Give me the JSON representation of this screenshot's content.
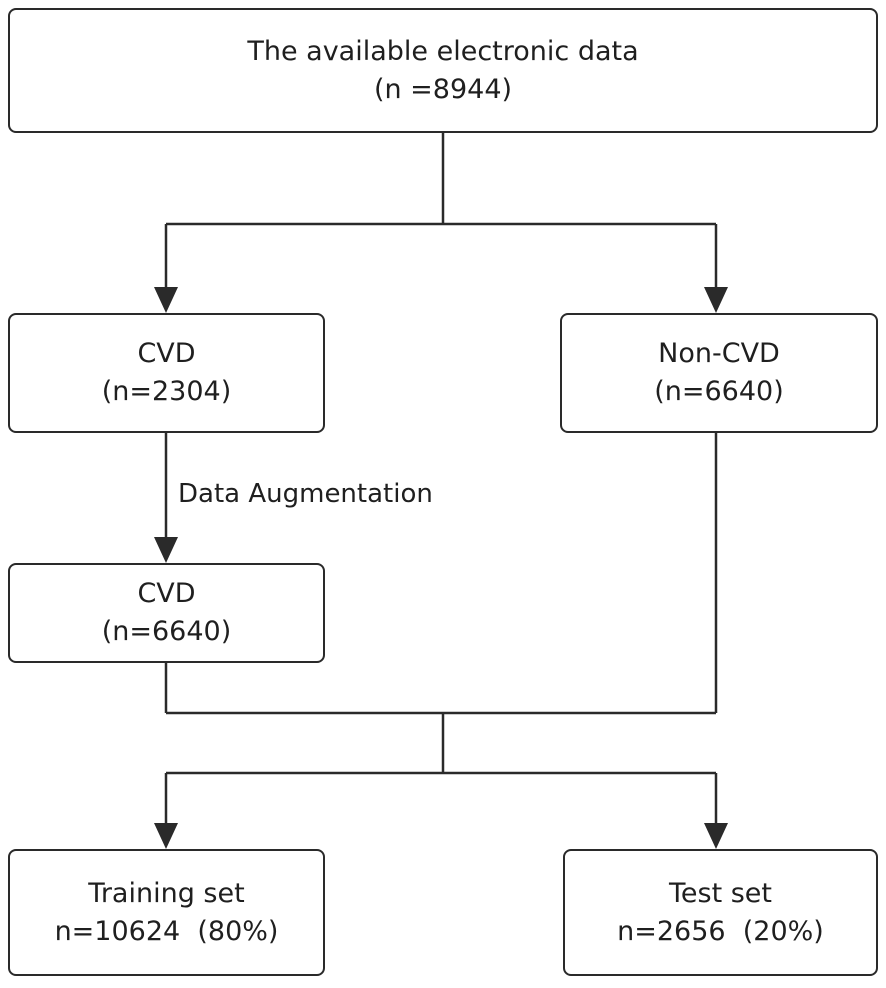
{
  "nodes": {
    "source": {
      "title": "The available electronic data",
      "count": "(n =8944)"
    },
    "cvd": {
      "title": "CVD",
      "count": "(n=2304)"
    },
    "noncvd": {
      "title": "Non-CVD",
      "count": "(n=6640)"
    },
    "cvd_aug": {
      "title": "CVD",
      "count": "(n=6640)"
    },
    "train": {
      "title": "Training set",
      "count": "n=10624  (80%)"
    },
    "test": {
      "title": "Test set",
      "count": "n=2656  (20%)"
    }
  },
  "edges": {
    "augmentation_label": "Data Augmentation"
  },
  "colors": {
    "line": "#2a2a2a",
    "box_border": "#2a2a2a",
    "text": "#1f1f1f"
  }
}
